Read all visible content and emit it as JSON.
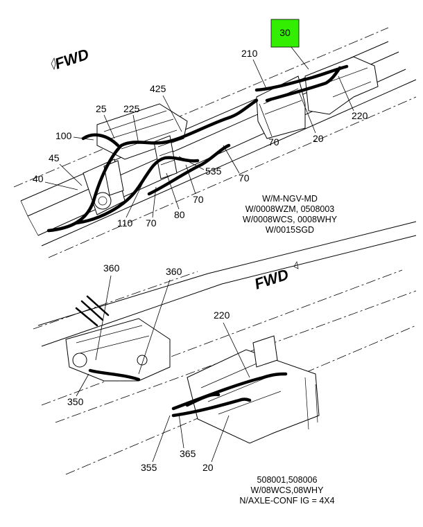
{
  "top_view": {
    "fwd_label": "FWD",
    "highlight_callout": "30",
    "highlight_color": "#33ee00",
    "callouts": [
      "210",
      "425",
      "25",
      "225",
      "100",
      "45",
      "40",
      "110",
      "70",
      "80",
      "70",
      "535",
      "70",
      "70",
      "20",
      "220"
    ],
    "note_lines": [
      "W/M-NGV-MD",
      "W/0008WZM, 0508003",
      "W/0008WCS, 0008WHY",
      "W/0015SGD"
    ]
  },
  "bottom_view": {
    "fwd_label": "FWD",
    "callouts": [
      "360",
      "360",
      "220",
      "350",
      "355",
      "365",
      "20"
    ],
    "note_lines": [
      "508001,508006",
      "W/08WCS,08WHY",
      "N/AXLE-CONF IG = 4X4"
    ]
  }
}
